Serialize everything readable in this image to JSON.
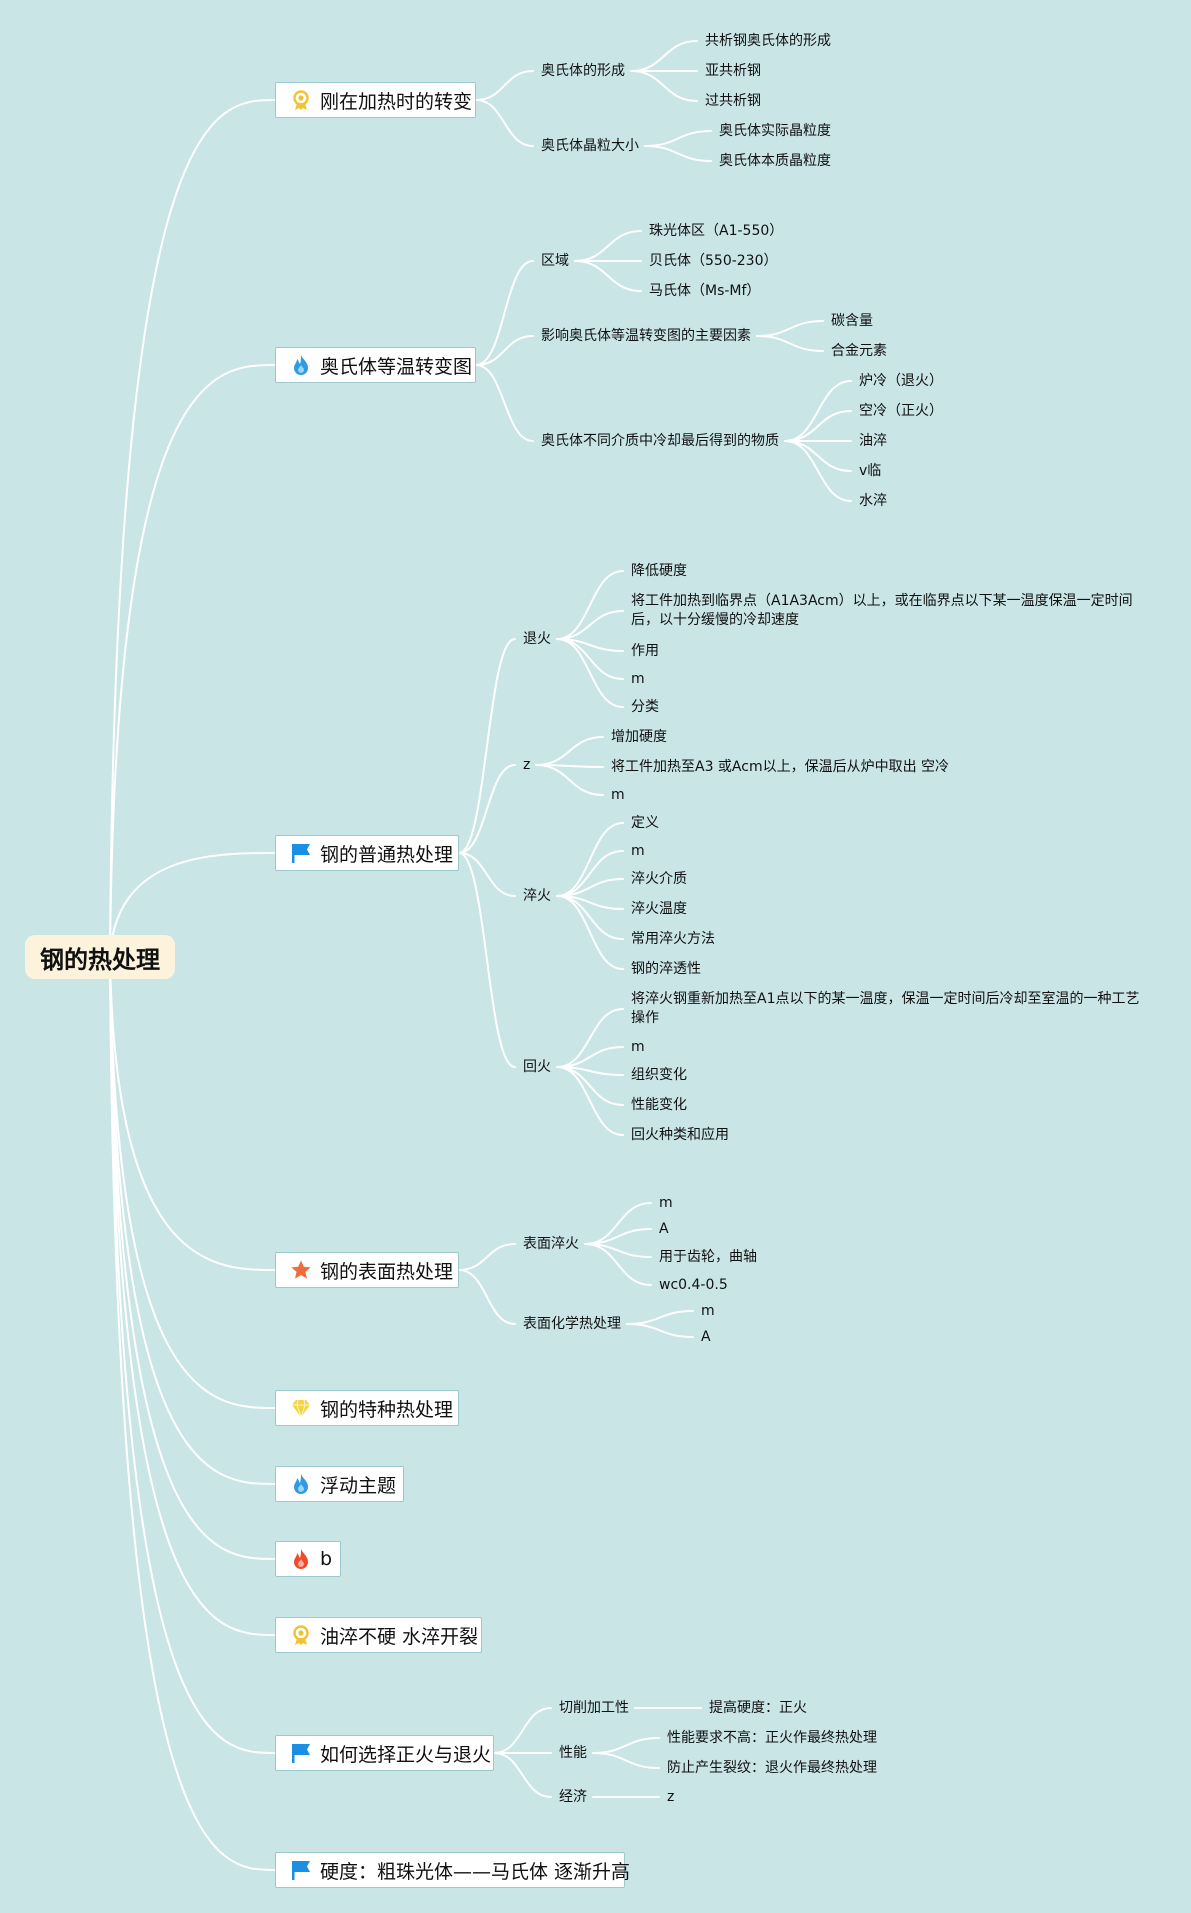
{
  "root": "钢的热处理",
  "topics": [
    {
      "id": "t1",
      "title": "刚在加热时的转变",
      "icon": "award-ribbon-icon",
      "color": "#f2c233"
    },
    {
      "id": "t2",
      "title": "奥氏体等温转变图",
      "icon": "flame-blue-icon",
      "color": "#2f9be3"
    },
    {
      "id": "t3",
      "title": "钢的普通热处理",
      "icon": "flag-icon",
      "color": "#1a8fe3"
    },
    {
      "id": "t4",
      "title": "钢的表面热处理",
      "icon": "star-icon",
      "color": "#ef6c3c"
    },
    {
      "id": "t5",
      "title": "钢的特种热处理",
      "icon": "diamond-icon",
      "color": "#f5d33b"
    },
    {
      "id": "t6",
      "title": "浮动主题",
      "icon": "flame-blue-icon",
      "color": "#2f9be3"
    },
    {
      "id": "t7",
      "title": "b",
      "icon": "flame-red-icon",
      "color": "#f04a2a"
    },
    {
      "id": "t8",
      "title": "油淬不硬 水淬开裂",
      "icon": "award-ribbon-icon",
      "color": "#f2c233"
    },
    {
      "id": "t9",
      "title": "如何选择正火与退火",
      "icon": "flag-icon",
      "color": "#1a8fe3"
    },
    {
      "id": "t10",
      "title": "硬度：粗珠光体——马氏体 逐渐升高",
      "icon": "flag-icon",
      "color": "#1a8fe3"
    }
  ],
  "subs": {
    "s1": "奥氏体的形成",
    "s2": "奥氏体晶粒大小",
    "s3": "区域",
    "s4": "影响奥氏体等温转变图的主要因素",
    "s5": "奥氏体不同介质中冷却最后得到的物质",
    "s6": "退火",
    "s7": "z",
    "s8": "淬火",
    "s9": "回火",
    "s10": "表面淬火",
    "s11": "表面化学热处理",
    "s12": "切削加工性",
    "s13": "性能",
    "s14": "经济"
  },
  "leaves": {
    "l1": "共析钢奥氏体的形成",
    "l2": "亚共析钢",
    "l3": "过共析钢",
    "l4": "奥氏体实际晶粒度",
    "l5": "奥氏体本质晶粒度",
    "l6": "珠光体区（A1-550）",
    "l7": "贝氏体（550-230）",
    "l8": "马氏体（Ms-Mf）",
    "l9": "碳含量",
    "l10": "合金元素",
    "l11": "炉冷（退火）",
    "l12": "空冷（正火）",
    "l13": "油淬",
    "l14": "v临",
    "l15": "水淬",
    "l16": "降低硬度",
    "l17": "将工件加热到临界点（A1A3Acm）以上，或在临界点以下某一温度保温一定时间后，以十分缓慢的冷却速度",
    "l18": "作用",
    "l19": "m",
    "l20": "分类",
    "l21": "增加硬度",
    "l22": "将工件加热至A3 或Acm以上，保温后从炉中取出 空冷",
    "l23": "m",
    "l24": "定义",
    "l25": "m",
    "l26": "淬火介质",
    "l27": "淬火温度",
    "l28": "常用淬火方法",
    "l29": "钢的淬透性",
    "l30": "将淬火钢重新加热至A1点以下的某一温度，保温一定时间后冷却至室温的一种工艺操作",
    "l31": "m",
    "l32": "组织变化",
    "l33": "性能变化",
    "l34": "回火种类和应用",
    "l35": "m",
    "l36": "A",
    "l37": "用于齿轮，曲轴",
    "l38": "wc0.4-0.5",
    "l39": "m",
    "l40": "A",
    "l41": "提高硬度：正火",
    "l42": "性能要求不高：正火作最终热处理",
    "l43": "防止产生裂纹：退火作最终热处理",
    "l44": "z"
  }
}
